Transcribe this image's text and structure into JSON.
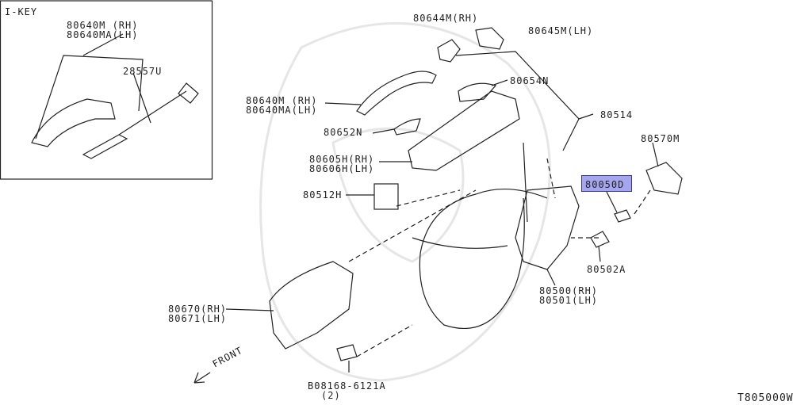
{
  "inset": {
    "title": "I-KEY",
    "handle_rh": "80640M (RH)",
    "handle_lh": "80640MA(LH)",
    "key_cylinder": "28557U"
  },
  "parts": {
    "p80644M": "80644M(RH)",
    "p80645M": "80645M(LH)",
    "p80654N": "80654N",
    "p80514": "80514",
    "p80640M": "80640M (RH)",
    "p80640MA": "80640MA(LH)",
    "p80652N": "80652N",
    "p80570M": "80570M",
    "p80605H": "80605H(RH)",
    "p80606H": "80606H(LH)",
    "p80050D": "80050D",
    "p80512H": "80512H",
    "p80502A": "80502A",
    "p80500": "80500(RH)",
    "p80501": "80501(LH)",
    "p80670": "80670(RH)",
    "p80671": "80671(LH)",
    "p08168": "B08168-6121A",
    "p08168_qty": "(2)"
  },
  "front_label": "FRONT",
  "diagram_code": "T805000W",
  "colors": {
    "highlight": "#a6a6ee",
    "line": "#222222"
  }
}
